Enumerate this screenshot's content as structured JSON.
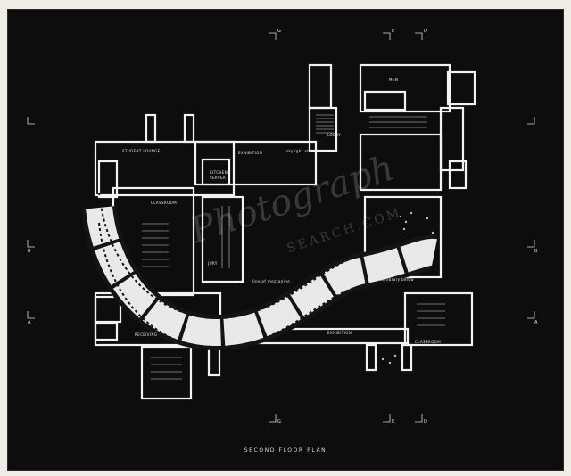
{
  "sheet": {
    "title": "SECOND FLOOR PLAN",
    "section_markers": [
      "G",
      "E",
      "D",
      "B",
      "B",
      "A",
      "A",
      "G",
      "E",
      "D"
    ],
    "rooms": {
      "student_lounge": "STUDENT LOUNGE",
      "exhibition_top": "EXHIBITION",
      "skylight": "skylight above",
      "kitchen": "KITCHEN",
      "kitchen_sub": "SERVER",
      "lobby": "LOBBY",
      "men": "MEN",
      "classroom_left": "CLASSROOM",
      "jury": "JURY",
      "line": "line of mezzanine",
      "library": "open to library below",
      "receiving": "RECEIVING",
      "exhibition_bottom": "EXHIBITION",
      "classroom_right": "CLASSROOM"
    },
    "watermark": {
      "main": "Photograph",
      "sub": "SEARCH.COM"
    }
  },
  "colors": {
    "paper": "#0d0d0d",
    "line": "#ffffff",
    "film": "#1a1a1a",
    "frame": "#e6e6e6"
  }
}
